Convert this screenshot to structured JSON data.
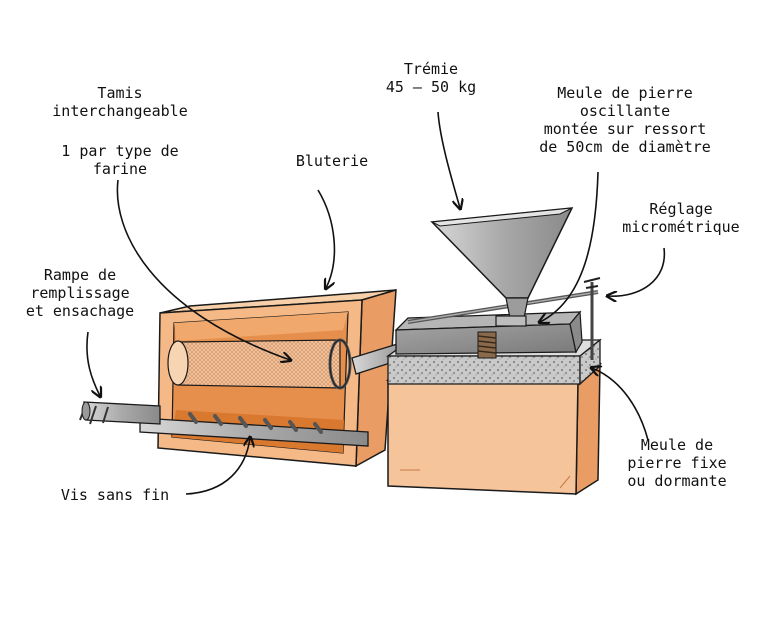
{
  "labels": {
    "tamis": [
      "Tamis",
      "interchangeable"
    ],
    "tamis_note": [
      "1 par type de",
      "farine"
    ],
    "bluterie": "Bluterie",
    "tremie": [
      "Trémie",
      "45 – 50 kg"
    ],
    "meule_oscillante": [
      "Meule de pierre",
      "oscillante",
      "montée sur ressort",
      "de 50cm de diamètre"
    ],
    "reglage": [
      "Réglage",
      "micrométrique"
    ],
    "rampe": [
      "Rampe de",
      "remplissage",
      "et ensachage"
    ],
    "meule_fixe": [
      "Meule de",
      "pierre fixe",
      "ou dormante"
    ],
    "vis": "Vis sans fin"
  },
  "colors": {
    "wood_light": "#f5c49a",
    "wood_mid": "#eca26a",
    "wood_dark": "#d9782f",
    "metal": "#b9b9b9",
    "metal_dark": "#7d7d7d",
    "stone": "#8f8f8f",
    "granite": "#c8c8c8",
    "outline": "#1a1a1a"
  }
}
